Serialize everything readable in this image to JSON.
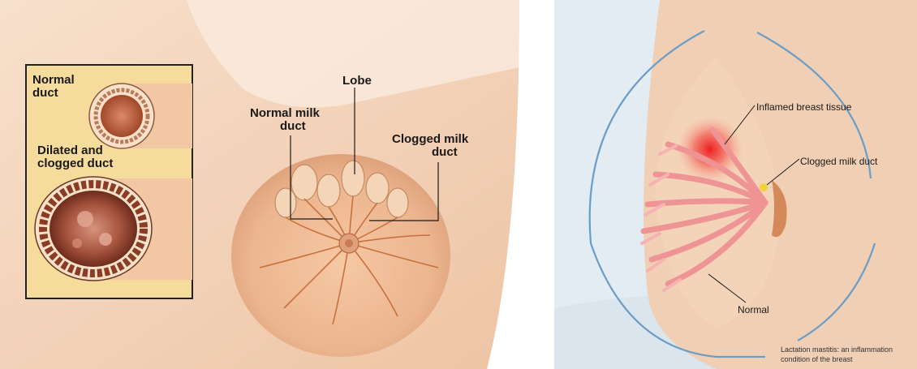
{
  "left_diagram": {
    "inset": {
      "normal_duct_line1": "Normal",
      "normal_duct_line2": "duct",
      "dilated_line1": "Dilated and",
      "dilated_line2": "clogged duct"
    },
    "labels": {
      "lobe": "Lobe",
      "normal_milk_duct_line1": "Normal milk",
      "normal_milk_duct_line2": "duct",
      "clogged_milk_duct_line1": "Clogged milk",
      "clogged_milk_duct_line2": "duct"
    }
  },
  "right_diagram": {
    "labels": {
      "inflamed": "Inflamed breast tissue",
      "clogged": "Clogged milk duct",
      "normal": "Normal"
    },
    "caption_line1": "Lactation mastitis: an inflammation",
    "caption_line2": "condition of the breast"
  },
  "colors": {
    "skin": "#f3d0b4",
    "skin_shadow": "#d9a583",
    "inset_bg": "#f6dc9c",
    "right_bg": "#e3ecf2",
    "blue_arc": "#6a9ec9",
    "inflamed_red": "#ee2a2a",
    "duct_pink": "#ef9494"
  }
}
